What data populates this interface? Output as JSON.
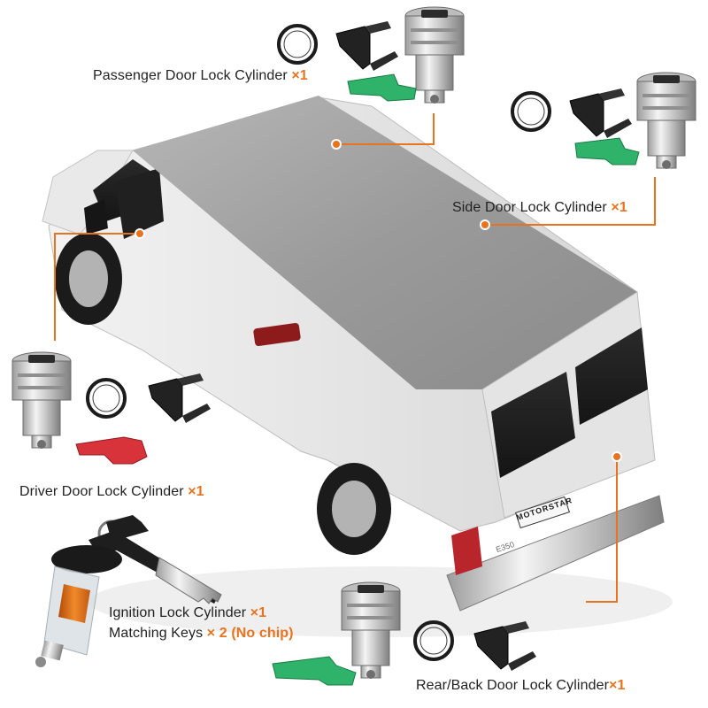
{
  "colors": {
    "accent": "#e8731f",
    "label_text": "#222222",
    "lever_green": "#2fb36a",
    "lever_red": "#d8323a",
    "van_body": "#d9d9d9",
    "van_roof": "#9a9a9a"
  },
  "labels": {
    "passenger": {
      "text": "Passenger Door Lock Cylinder ",
      "qty": "×1"
    },
    "side": {
      "text": "Side Door Lock Cylinder ",
      "qty": "×1"
    },
    "driver": {
      "text": "Driver Door Lock Cylinder ",
      "qty": "×1"
    },
    "ignition": {
      "text": "Ignition Lock Cylinder ",
      "qty": "×1"
    },
    "keys": {
      "text": "Matching Keys ",
      "qty": "× 2 (No chip)"
    },
    "rear": {
      "text": "Rear/Back Door Lock Cylinder",
      "qty": "×1"
    }
  },
  "van": {
    "plate_text": "MOTORSTAR",
    "model_badge": "E350"
  },
  "icons": {
    "lock_cylinder": "lock-cylinder-icon",
    "gasket_ring": "gasket-ring-icon",
    "retainer_clip": "retainer-clip-icon",
    "lever_arm": "lever-arm-icon",
    "ignition_cylinder": "ignition-cylinder-icon",
    "key": "key-icon"
  }
}
